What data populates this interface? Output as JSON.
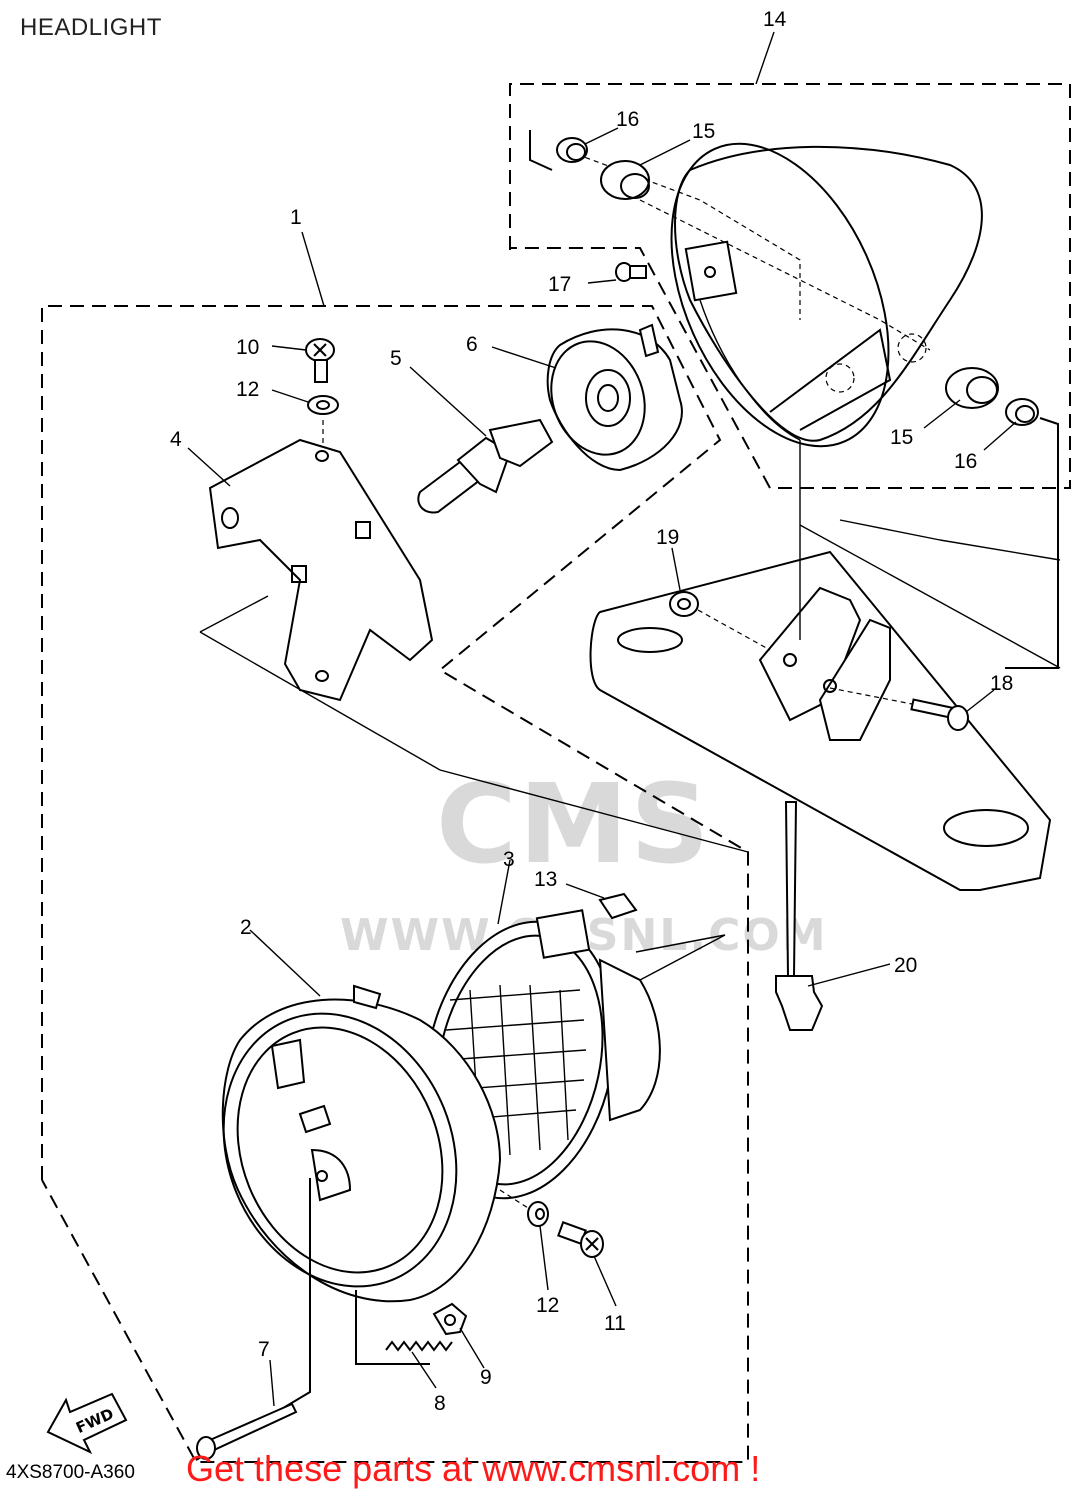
{
  "title": "HEADLIGHT",
  "diagram_code": "4XS8700-A360",
  "promo_text": "Get these parts at www.cmsnl.com !",
  "watermark": {
    "logo": "CMS",
    "url": "WWW.CMSNL.COM"
  },
  "fwd_label": "FWD",
  "callouts": [
    "1",
    "2",
    "3",
    "4",
    "5",
    "6",
    "7",
    "8",
    "9",
    "10",
    "11",
    "12",
    "12",
    "13",
    "14",
    "15",
    "15",
    "16",
    "16",
    "17",
    "18",
    "19",
    "20"
  ],
  "colors": {
    "promo": "#ff1a1a",
    "watermark": "#d9d9d9",
    "line": "#000000"
  }
}
